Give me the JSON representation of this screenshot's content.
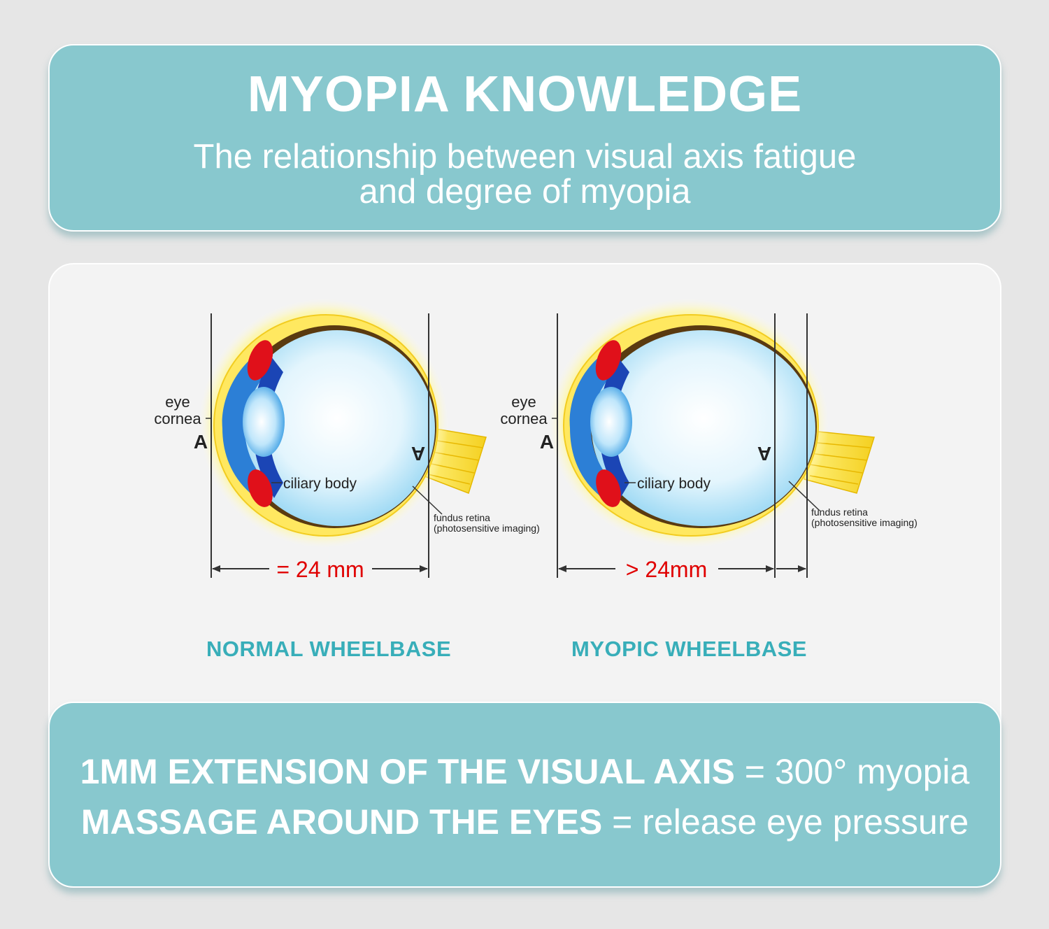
{
  "header": {
    "title": "MYOPIA KNOWLEDGE",
    "subtitle_line1": "The relationship between visual axis fatigue",
    "subtitle_line2": "and degree of myopia"
  },
  "normal_eye": {
    "label_eye": "eye",
    "label_cornea": "cornea",
    "marker_front": "A",
    "marker_back": "A",
    "label_ciliary": "ciliary body",
    "label_retina": "fundus retina",
    "label_retina_sub": "(photosensitive imaging)",
    "measure": "= 24 mm",
    "caption": "NORMAL WHEELBASE"
  },
  "myopic_eye": {
    "label_eye": "eye",
    "label_cornea": "cornea",
    "marker_front": "A",
    "marker_back": "A",
    "label_ciliary": "ciliary body",
    "label_retina": "fundus retina",
    "label_retina_sub": "(photosensitive imaging)",
    "measure": "> 24mm",
    "caption": "MYOPIC WHEELBASE"
  },
  "footer": {
    "line1_bold": "1MM EXTENSION OF THE VISUAL AXIS",
    "line1_rest": " = 300° myopia",
    "line2_bold": "MASSAGE AROUND THE EYES",
    "line2_rest": " = release eye pressure"
  },
  "colors": {
    "teal_card": "#88c8ce",
    "teal_caption": "#38aeb9",
    "measure_red": "#e00000"
  }
}
